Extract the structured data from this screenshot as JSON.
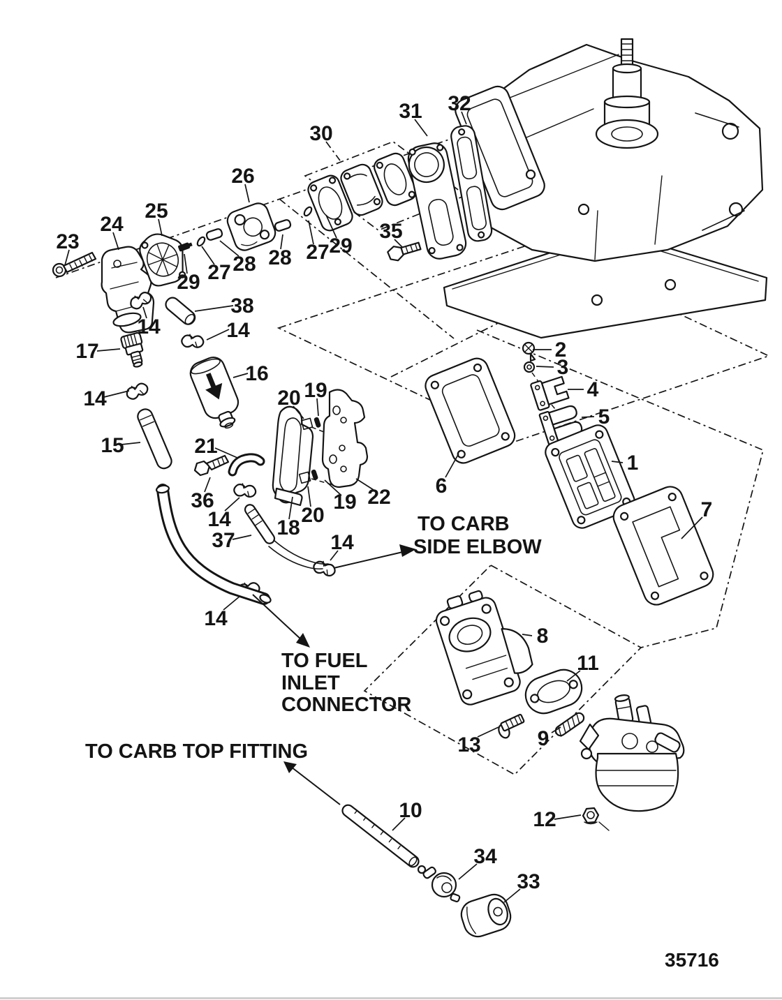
{
  "drawing_number": "35716",
  "annotations": {
    "carb_side_elbow_line1": "TO CARB",
    "carb_side_elbow_line2": "SIDE ELBOW",
    "fuel_inlet_line1": "TO FUEL",
    "fuel_inlet_line2": "INLET",
    "fuel_inlet_line3": "CONNECTOR",
    "carb_top": "TO CARB TOP FITTING"
  },
  "callouts": [
    {
      "label": "23"
    },
    {
      "label": "24"
    },
    {
      "label": "25"
    },
    {
      "label": "26"
    },
    {
      "label": "29"
    },
    {
      "label": "27"
    },
    {
      "label": "28"
    },
    {
      "label": "28"
    },
    {
      "label": "27"
    },
    {
      "label": "29"
    },
    {
      "label": "30"
    },
    {
      "label": "31"
    },
    {
      "label": "32"
    },
    {
      "label": "35"
    },
    {
      "label": "2"
    },
    {
      "label": "3"
    },
    {
      "label": "4"
    },
    {
      "label": "5"
    },
    {
      "label": "1"
    },
    {
      "label": "6"
    },
    {
      "label": "7"
    },
    {
      "label": "8"
    },
    {
      "label": "11"
    },
    {
      "label": "13"
    },
    {
      "label": "9"
    },
    {
      "label": "12"
    },
    {
      "label": "10"
    },
    {
      "label": "34"
    },
    {
      "label": "33"
    },
    {
      "label": "16"
    },
    {
      "label": "17"
    },
    {
      "label": "38"
    },
    {
      "label": "15"
    },
    {
      "label": "21"
    },
    {
      "label": "36"
    },
    {
      "label": "37"
    },
    {
      "label": "18"
    },
    {
      "label": "20"
    },
    {
      "label": "19"
    },
    {
      "label": "19"
    },
    {
      "label": "20"
    },
    {
      "label": "22"
    },
    {
      "label": "14"
    },
    {
      "label": "14"
    },
    {
      "label": "14"
    },
    {
      "label": "14"
    },
    {
      "label": "14"
    },
    {
      "label": "14"
    }
  ]
}
